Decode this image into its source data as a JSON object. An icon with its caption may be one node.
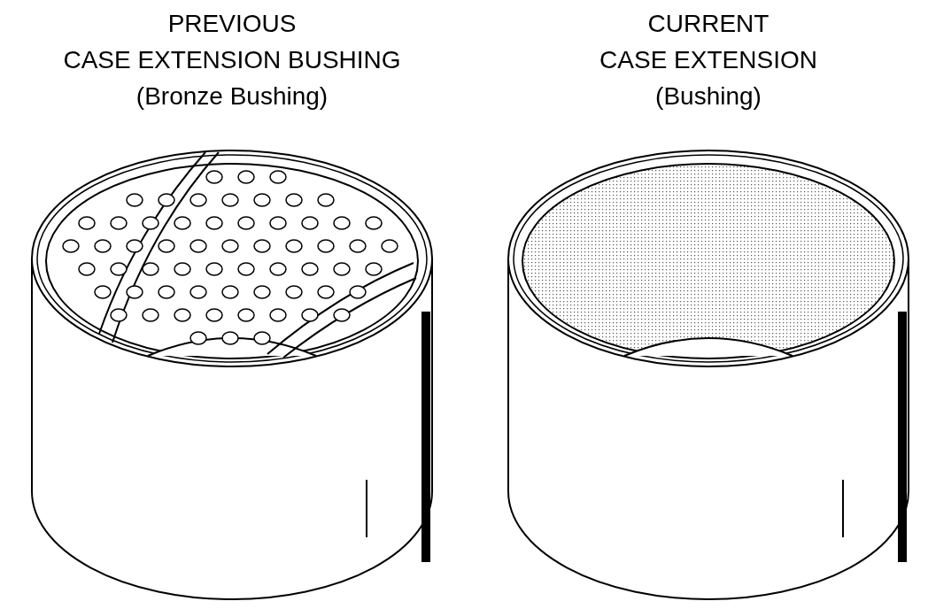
{
  "diagram": {
    "labels": [
      "PREVIOUS",
      "CASE EXTENSION BUSHING",
      "(Bronze Bushing)",
      "CURRENT",
      "CASE EXTENSION",
      "(Bushing)"
    ]
  }
}
